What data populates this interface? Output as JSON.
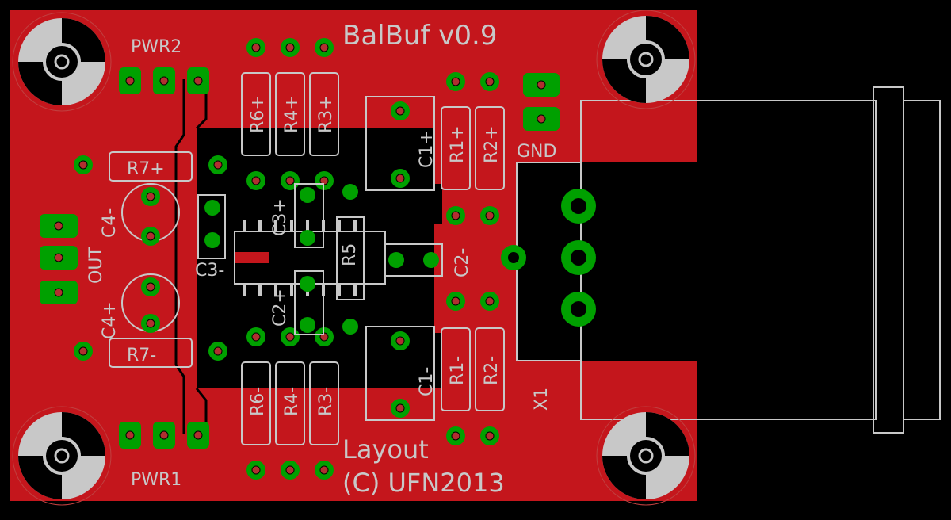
{
  "board": {
    "title": "BalBuf v0.9",
    "footer_line1": "Layout",
    "footer_line2": "(C) UFN2013",
    "colors": {
      "background": "#000000",
      "copper_fill": "#c4161c",
      "pad_green": "#00a000",
      "silkscreen": "#c8c8c8",
      "void_black": "#000000"
    }
  },
  "labels": {
    "pwr2": "PWR2",
    "pwr1": "PWR1",
    "out": "OUT",
    "gnd": "GND",
    "x1": "X1",
    "r7p": "R7+",
    "r7m": "R7-",
    "c4m": "C4-",
    "c4p": "C4+",
    "c3": "C3-",
    "c3p": "C3+",
    "c2p": "C2+",
    "c2m": "C2-",
    "r5": "R5",
    "r6p": "R6+",
    "r4p": "R4+",
    "r3p": "R3+",
    "r6m": "R6-",
    "r4m": "R4-",
    "r3m": "R3-",
    "c1p": "C1+",
    "c1m": "C1-",
    "r1p": "R1+",
    "r2p": "R2+",
    "r1m": "R1-",
    "r2m": "R2-"
  }
}
